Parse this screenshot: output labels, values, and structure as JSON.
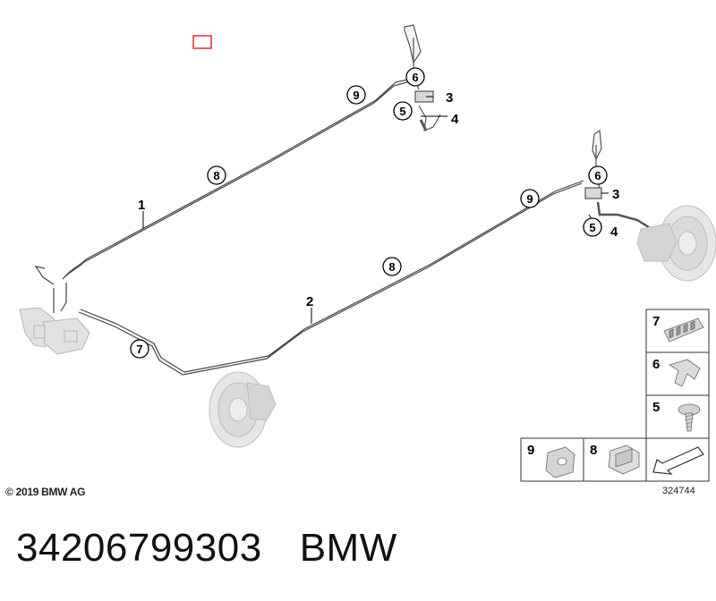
{
  "diagram": {
    "callouts_circled": [
      "6",
      "9",
      "5",
      "8",
      "6",
      "9",
      "5",
      "8",
      "7"
    ],
    "callouts_plain": [
      "3",
      "4",
      "3",
      "4",
      "1",
      "2"
    ],
    "parts_panel": [
      {
        "num": "7",
        "icon": "hose-holder-icon"
      },
      {
        "num": "6",
        "icon": "bracket-clip-icon"
      },
      {
        "num": "5",
        "icon": "screw-icon"
      },
      {
        "num": "9",
        "icon": "pipe-clip-icon"
      },
      {
        "num": "8",
        "icon": "retainer-clip-icon"
      },
      {
        "num": "",
        "icon": "arrow-pointer-icon"
      }
    ],
    "copyright": "© 2019 BMW AG",
    "diagram_number": "324744"
  },
  "footer": {
    "part_number": "34206799303",
    "brand": "BMW"
  },
  "colors": {
    "line": "#444444",
    "part_fill": "#e2e2e2",
    "part_stroke": "#b5b5b5",
    "highlight": "#e0302c"
  }
}
